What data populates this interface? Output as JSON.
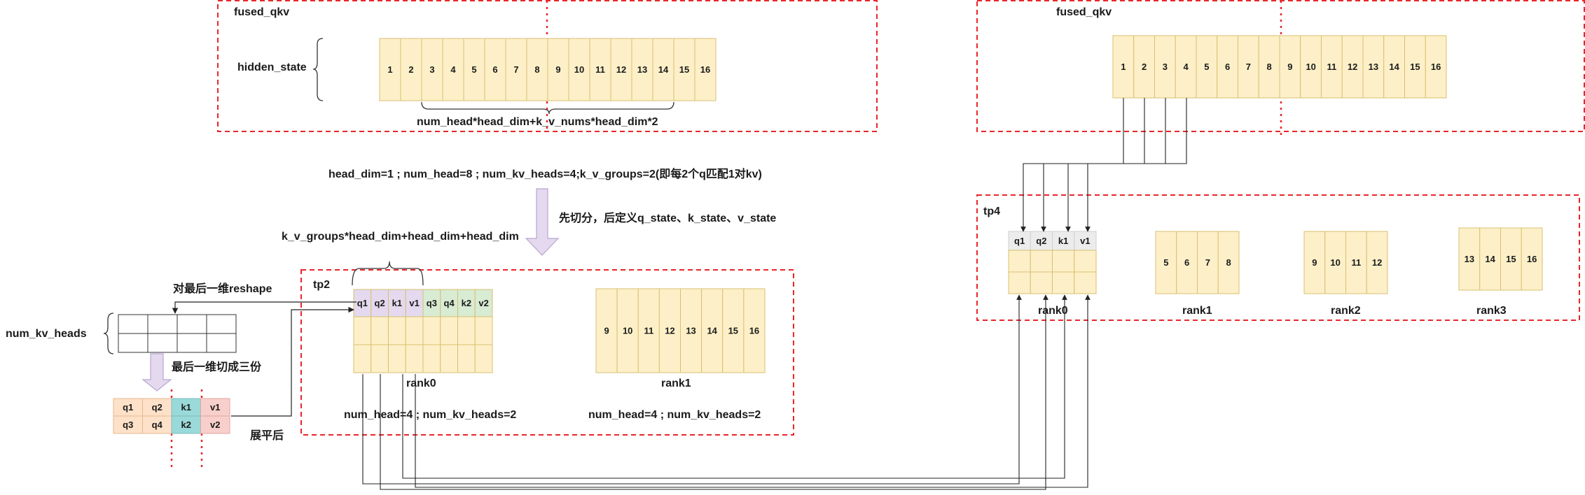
{
  "colors": {
    "dashed_box": "#e8262a",
    "yellow_cell": "#fdf0c8",
    "yellow_stroke": "#d9bf72",
    "purple_cell": "#e4d9ee",
    "green_cell": "#d8ebd3",
    "gray_cell": "#ececec",
    "orange_cell": "#fde1c8",
    "teal_cell": "#9ad9d9",
    "pink_cell": "#f8cfcb",
    "arrow_fill": "#e4d9ee",
    "arrow_stroke": "#b9a7d1"
  },
  "labels": {
    "fused_left": "fused_qkv",
    "fused_right": "fused_qkv",
    "hidden_state": "hidden_state",
    "num_formula": "num_head*head_dim+k_v_nums*head_dim*2",
    "params": "head_dim=1 ; num_head=8 ; num_kv_heads=4;k_v_groups=2(即每2个q匹配1对kv)",
    "split_note": "先切分，后定义q_state、k_state、v_state",
    "group_formula": "k_v_groups*head_dim+head_dim+head_dim",
    "reshape_note": "对最后一维reshape",
    "num_kv_heads": "num_kv_heads",
    "split_three": "最后一维切成三份",
    "flatten": "展平后",
    "tp2": "tp2",
    "tp4": "tp4",
    "tp2_rank0": "rank0",
    "tp2_rank1": "rank1",
    "tp2_rank0_info": "num_head=4 ; num_kv_heads=2",
    "tp2_rank1_info": "num_head=4 ; num_kv_heads=2",
    "tp4_rank0": "rank0",
    "tp4_rank1": "rank1",
    "tp4_rank2": "rank2",
    "tp4_rank3": "rank3"
  },
  "fused_left_cells": [
    "1",
    "2",
    "3",
    "4",
    "5",
    "6",
    "7",
    "8",
    "9",
    "10",
    "11",
    "12",
    "13",
    "14",
    "15",
    "16"
  ],
  "fused_right_cells": [
    "1",
    "2",
    "3",
    "4",
    "5",
    "6",
    "7",
    "8",
    "9",
    "10",
    "11",
    "12",
    "13",
    "14",
    "15",
    "16"
  ],
  "tp2_rank0_header": [
    "q1",
    "q2",
    "k1",
    "v1",
    "q3",
    "q4",
    "k2",
    "v2"
  ],
  "tp2_rank1_cells": [
    "9",
    "10",
    "11",
    "12",
    "13",
    "14",
    "15",
    "16"
  ],
  "tp4_rank0_header": [
    "q1",
    "q2",
    "k1",
    "v1"
  ],
  "tp4_rank1_cells": [
    "5",
    "6",
    "7",
    "8"
  ],
  "tp4_rank2_cells": [
    "9",
    "10",
    "11",
    "12"
  ],
  "tp4_rank3_cells": [
    "13",
    "14",
    "15",
    "16"
  ],
  "flat_row1": [
    "q1",
    "q2",
    "k1",
    "v1"
  ],
  "flat_row2": [
    "q3",
    "q4",
    "k2",
    "v2"
  ]
}
